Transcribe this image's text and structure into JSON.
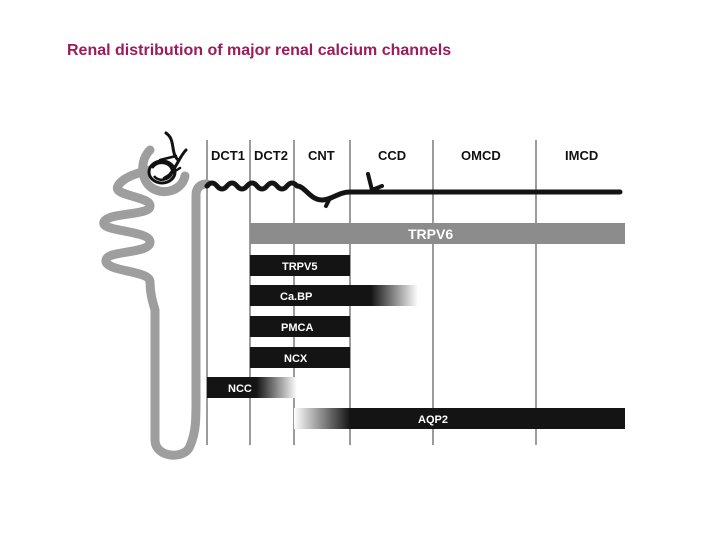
{
  "title": "Renal distribution of major renal calcium channels",
  "segments": [
    "DCT1",
    "DCT2",
    "CNT",
    "CCD",
    "OMCD",
    "IMCD"
  ],
  "channels": {
    "trpv6": "TRPV6",
    "trpv5": "TRPV5",
    "cabp": "Ca.BP",
    "pmca": "PMCA",
    "ncx": "NCX",
    "ncc": "NCC",
    "aqp2": "AQP2"
  },
  "colors": {
    "title": "#9b1c5a",
    "tubule_gray": "#9e9e9e",
    "bar_dark": "#141414",
    "trpv6_bar": "#8c8c8c",
    "divider": "#3a3a3a"
  }
}
